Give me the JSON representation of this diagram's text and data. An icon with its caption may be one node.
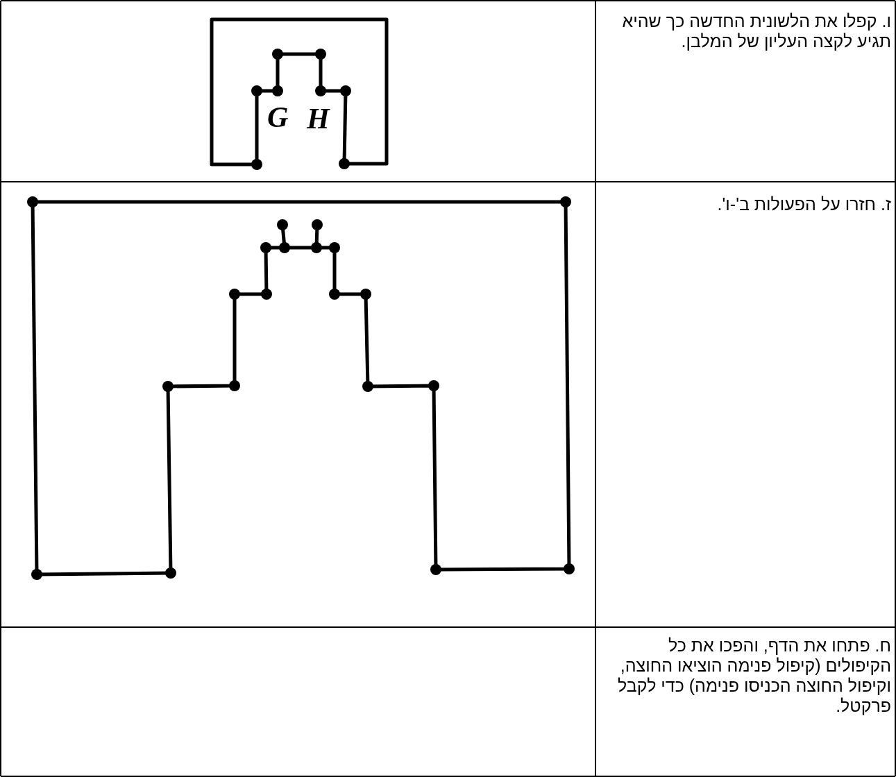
{
  "diagram": {
    "labels": [
      "ו. קפלו את הלשונית החדשה כך שהיא תגיע לקצה העליון של המלבן.",
      "G",
      "H",
      "ז. חזרו על הפעולות ב'-ו'.",
      "ח. פתחו את הדף, והפכו את כל הקיפולים (קיפול פנימה הוציאו החוצה, וקיפול החוצה הכניסו פנימה) כדי לקבל פרקטל."
    ]
  }
}
